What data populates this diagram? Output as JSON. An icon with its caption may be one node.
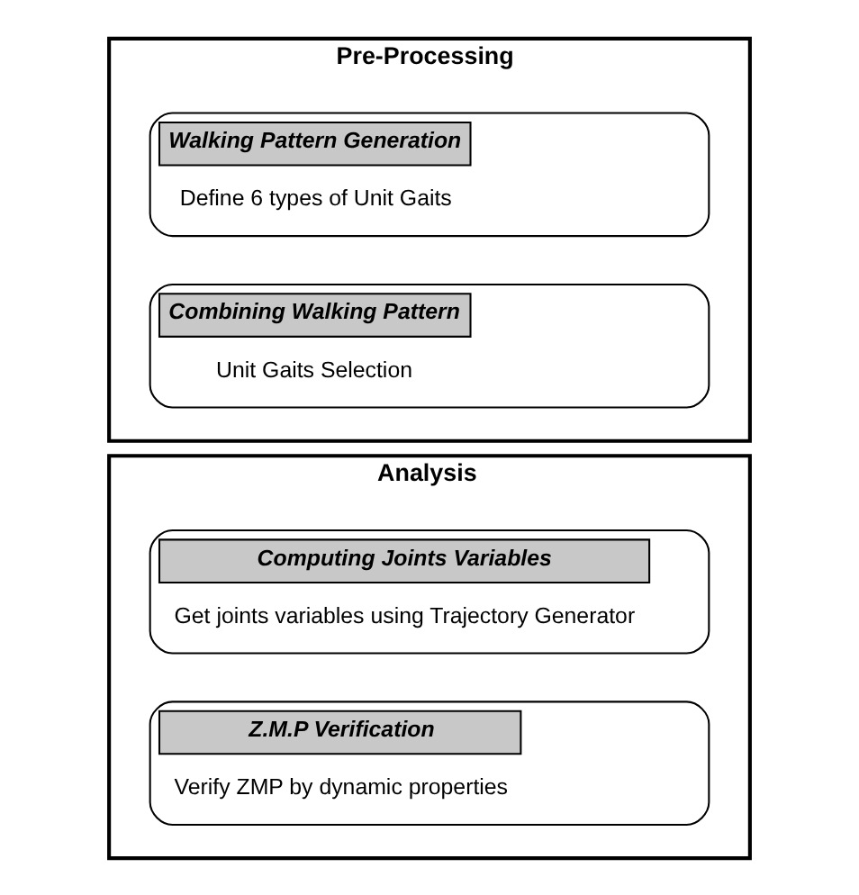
{
  "diagram": {
    "nodes": [
      {
        "text": [
          "Pre-Processing"
        ]
      },
      {
        "text": [
          "Walking Pattern Generation",
          "Define 6 types of Unit Gaits"
        ],
        "in": 0
      },
      {
        "text": [
          "Combining Walking Pattern",
          "Unit Gaits Selection"
        ],
        "in": 0
      },
      {
        "text": [
          "Analysis"
        ]
      },
      {
        "text": [
          "Computing Joints Variables",
          "Get joints variables using Trajectory Generator"
        ],
        "in": 3
      },
      {
        "text": [
          "Z.M.P Verification",
          "Verify ZMP by dynamic properties"
        ],
        "in": 3
      }
    ]
  }
}
